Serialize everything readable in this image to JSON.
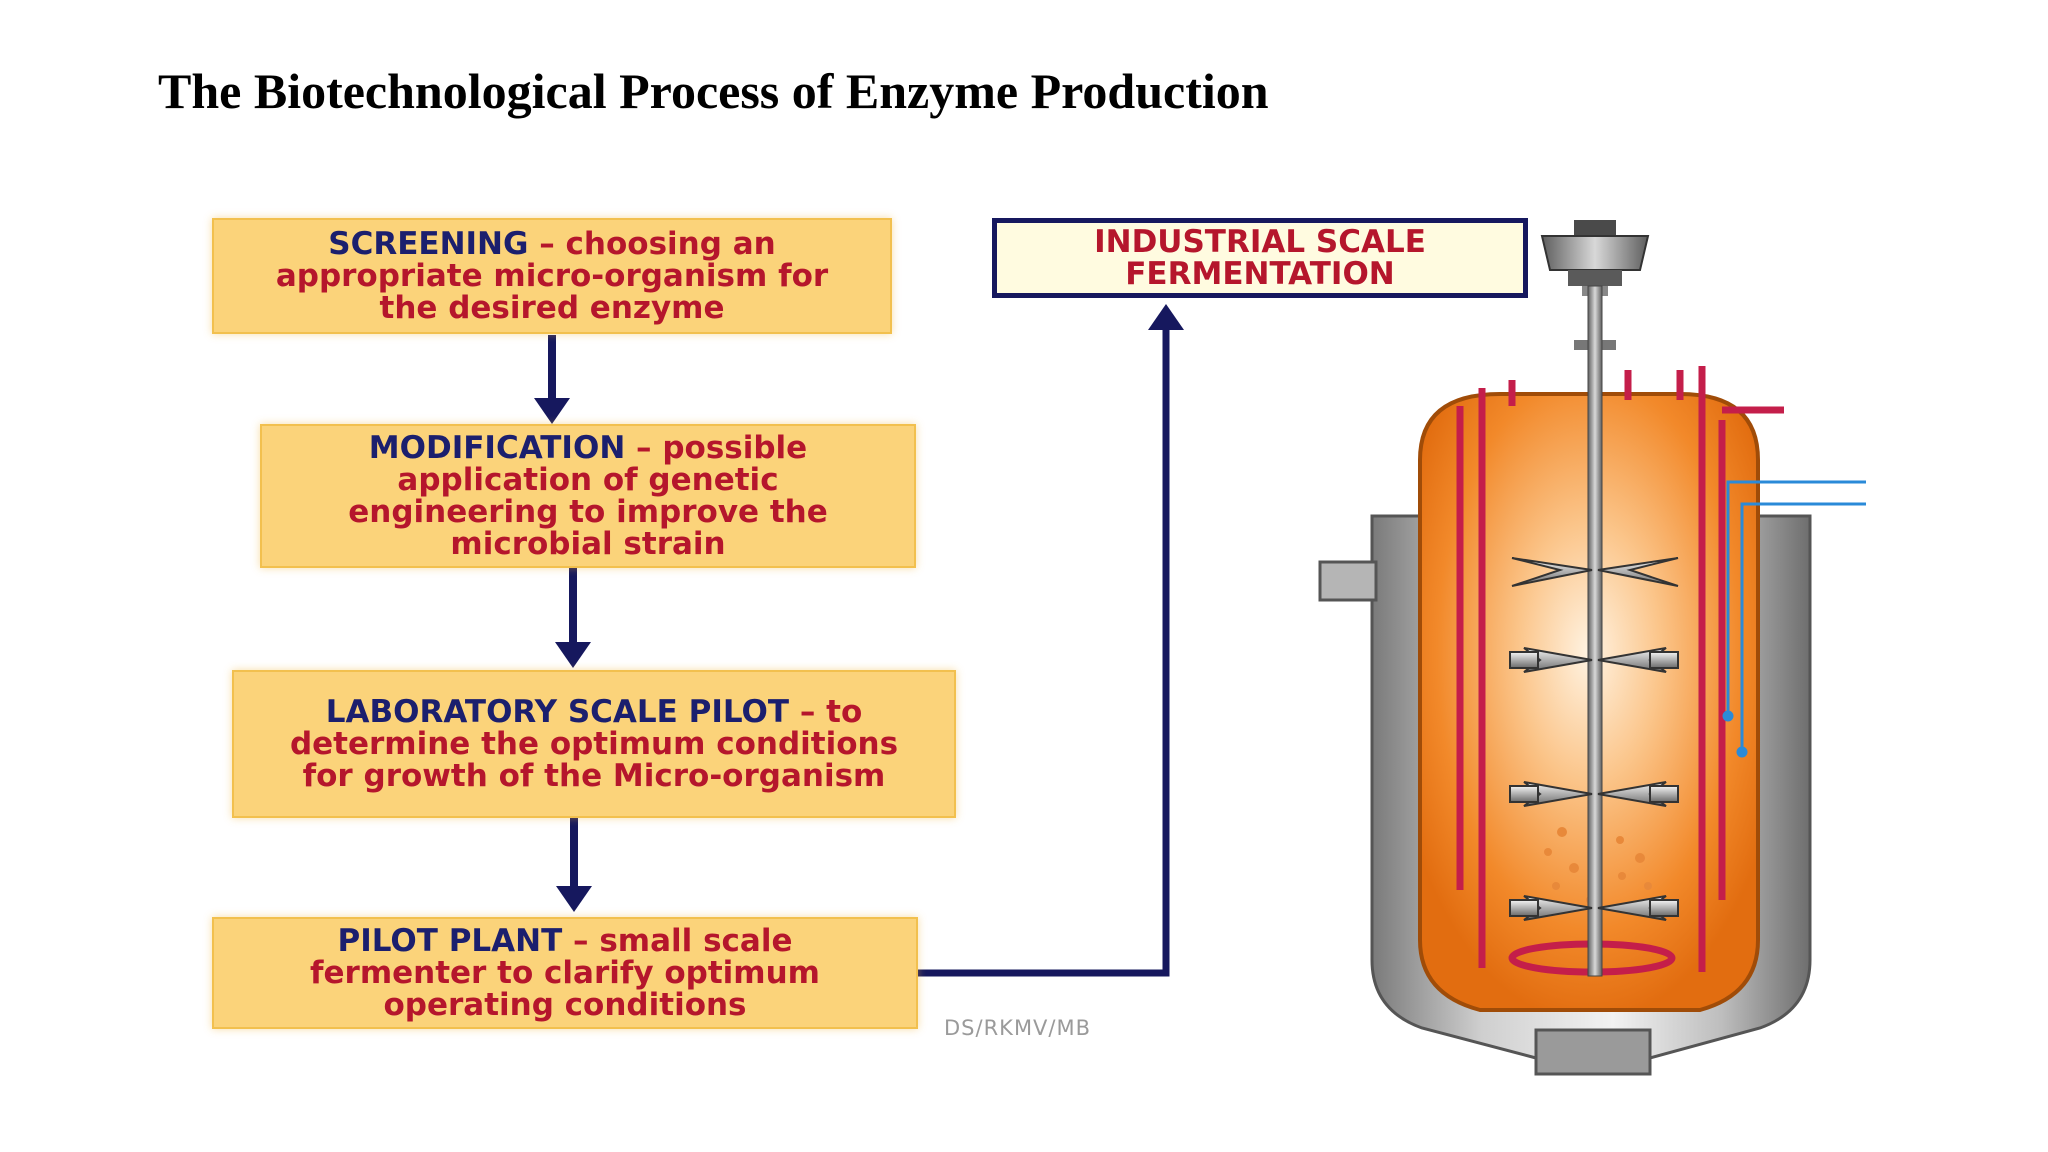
{
  "title": "The Biotechnological Process of Enzyme Production",
  "steps": [
    {
      "keyword": "SCREENING",
      "rest": " – choosing an appropriate micro-organism for the desired enzyme"
    },
    {
      "keyword": "MODIFICATION",
      "rest": " – possible application of genetic engineering to improve the microbial strain"
    },
    {
      "keyword": "LABORATORY SCALE PILOT",
      "rest": " – to determine the optimum conditions for growth of the Micro-organism"
    },
    {
      "keyword": "PILOT PLANT",
      "rest": " – small scale fermenter to clarify optimum operating conditions"
    }
  ],
  "industrial_label": "INDUSTRIAL SCALE FERMENTATION",
  "credit": "DS/RKMV/MB",
  "colors": {
    "box_fill": "#fbd37a",
    "box_border": "#f2c04e",
    "keyword": "#1b1f6e",
    "body_text": "#b5162c",
    "arrow": "#16185e",
    "vessel_orange": "#f28a2a",
    "vessel_jacket": "#9a9a9a",
    "coil_red": "#c41e4a",
    "probe_blue": "#2a8ad8"
  }
}
